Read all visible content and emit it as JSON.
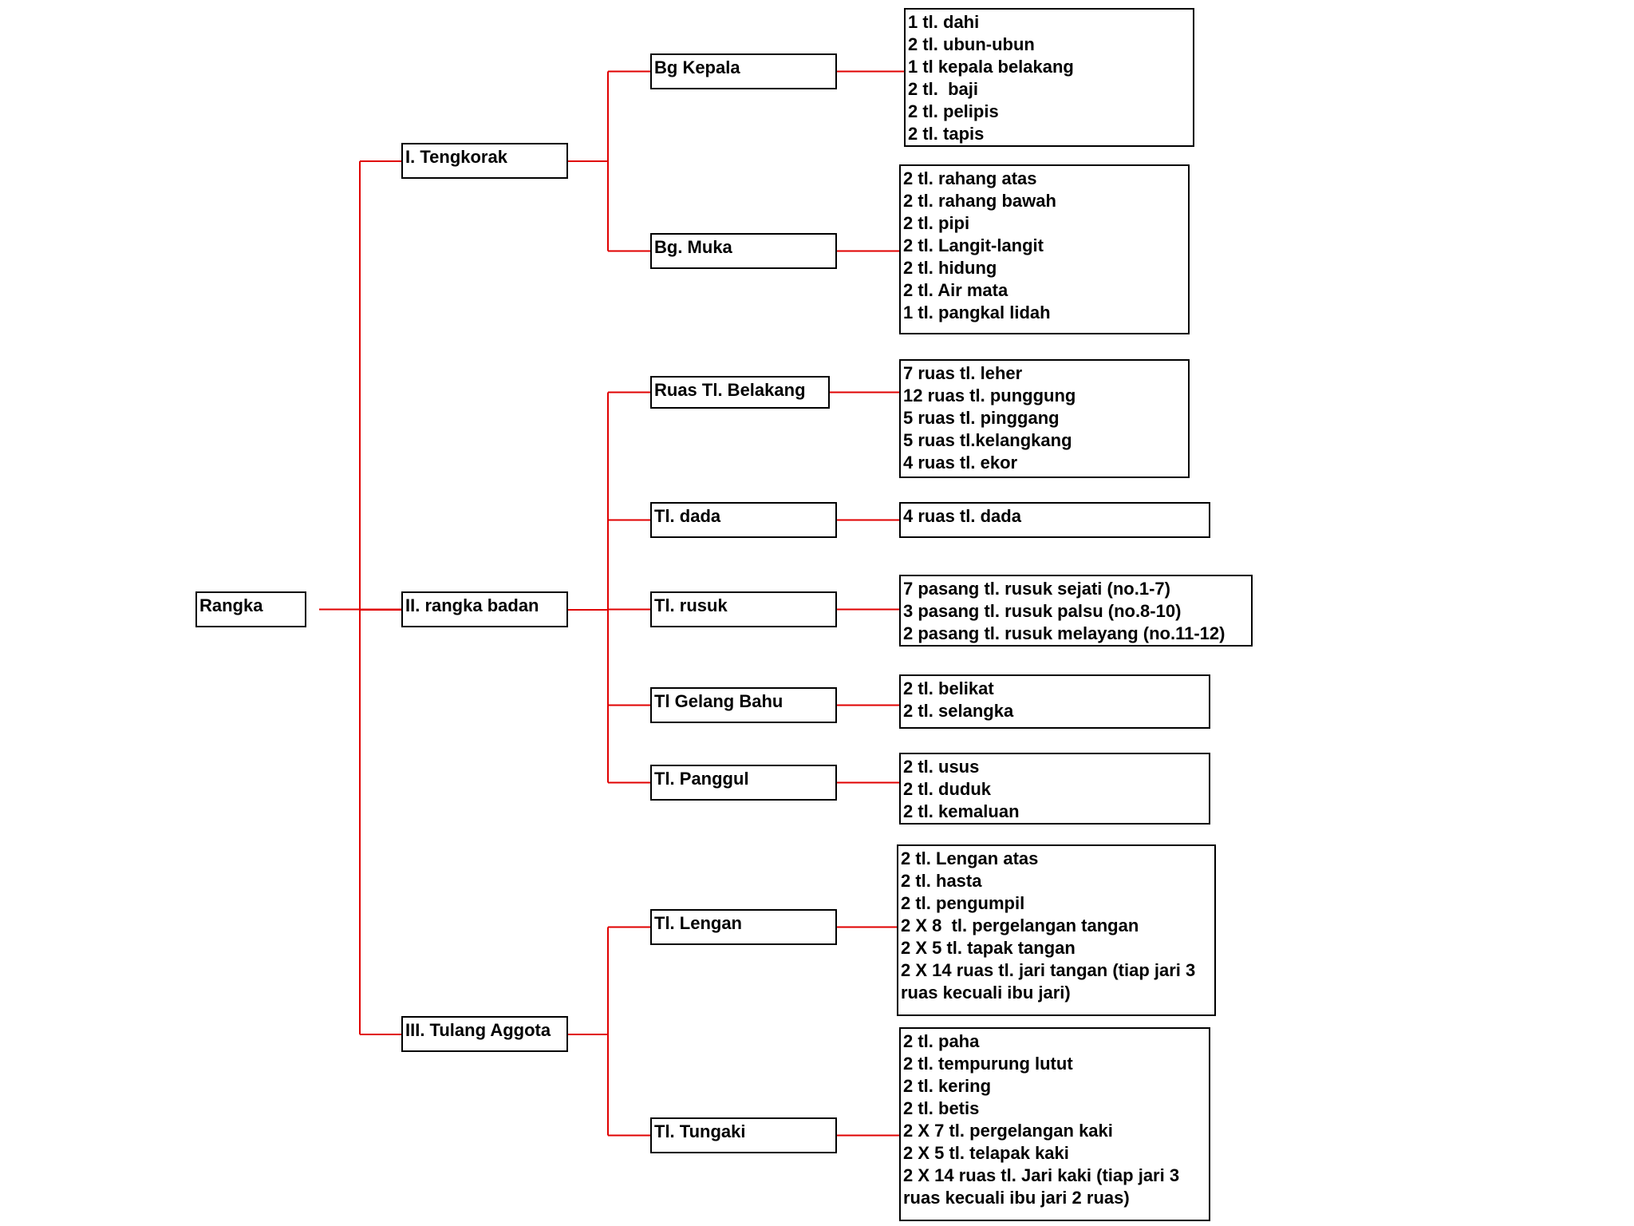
{
  "tree": {
    "root": {
      "label": "Rangka"
    },
    "sections": [
      {
        "label": "I. Tengkorak",
        "parts": [
          {
            "label": "Bg Kepala",
            "items": [
              "1 tl. dahi",
              "2 tl. ubun-ubun",
              "1 tl kepala belakang",
              "2 tl.  baji",
              "2 tl. pelipis",
              "2 tl. tapis"
            ]
          },
          {
            "label": "Bg. Muka",
            "items": [
              "2 tl. rahang atas",
              "2 tl. rahang bawah",
              "2 tl. pipi",
              "2 tl. Langit-langit",
              "2 tl. hidung",
              "2 tl. Air mata",
              "1 tl. pangkal lidah"
            ]
          }
        ]
      },
      {
        "label": "II. rangka badan",
        "parts": [
          {
            "label": "Ruas Tl. Belakang",
            "items": [
              "7 ruas tl. leher",
              "12 ruas tl. punggung",
              "5 ruas tl. pinggang",
              "5 ruas tl.kelangkang",
              "4 ruas tl. ekor"
            ]
          },
          {
            "label": "Tl. dada",
            "items": [
              "4 ruas tl. dada"
            ]
          },
          {
            "label": "Tl. rusuk",
            "items": [
              "7 pasang tl. rusuk sejati (no.1-7)",
              "3 pasang tl. rusuk palsu (no.8-10)",
              "2 pasang tl. rusuk melayang (no.11-12)"
            ]
          },
          {
            "label": "Tl Gelang Bahu",
            "items": [
              "2 tl. belikat",
              "2 tl. selangka"
            ]
          },
          {
            "label": "Tl. Panggul",
            "items": [
              "2 tl. usus",
              "2 tl. duduk",
              "2 tl. kemaluan"
            ]
          }
        ]
      },
      {
        "label": "III. Tulang Aggota",
        "parts": [
          {
            "label": "Tl. Lengan",
            "items": [
              "2 tl. Lengan atas",
              "2 tl. hasta",
              "2 tl. pengumpil",
              "2 X 8  tl. pergelangan tangan",
              "2 X 5 tl. tapak tangan",
              "2 X 14 ruas tl. jari tangan (tiap jari 3",
              "ruas kecuali ibu jari)"
            ]
          },
          {
            "label": "Tl. Tungaki",
            "items": [
              "2 tl. paha",
              "2 tl. tempurung lutut",
              "2 tl. kering",
              "2 tl. betis",
              "2 X 7 tl. pergelangan kaki",
              "2 X 5 tl. telapak kaki",
              "2 X 14 ruas tl. Jari kaki (tiap jari 3",
              "ruas kecuali ibu jari 2 ruas)"
            ]
          }
        ]
      }
    ]
  },
  "colors": {
    "connector": "#e00000",
    "border": "#000000"
  }
}
